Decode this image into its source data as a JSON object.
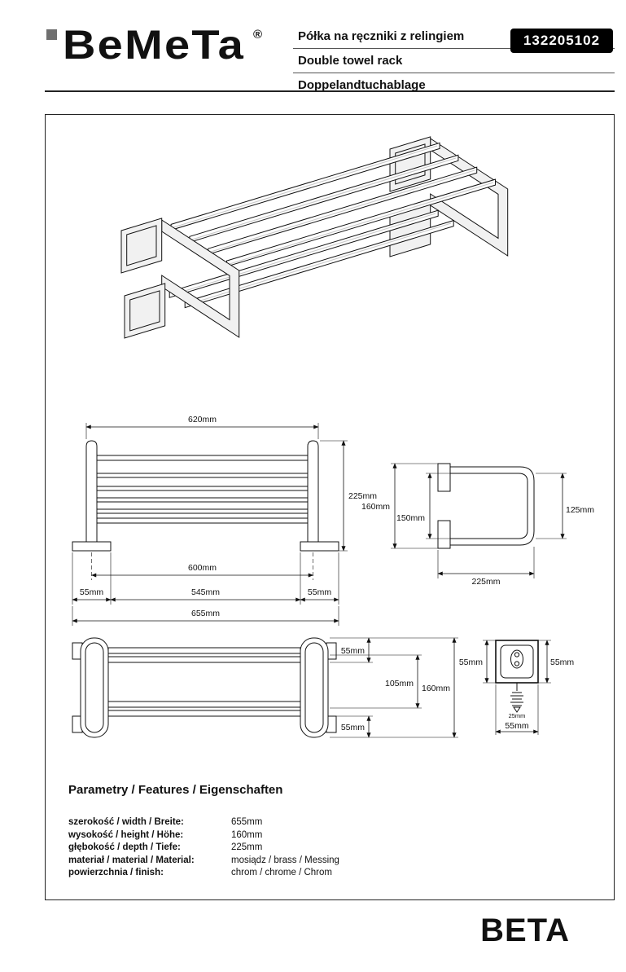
{
  "header": {
    "brand": "BeMeTa",
    "registered": "®",
    "titles": {
      "pl": "Półka na ręczniki z relingiem",
      "en": "Double towel rack",
      "de": "Doppelandtuchablage"
    },
    "product_code": "132205102"
  },
  "views": {
    "top": {
      "width_top": "620mm",
      "depth": "225mm",
      "width_feet_centers": "600mm",
      "flange_left": "55mm",
      "inner_span": "545mm",
      "flange_right": "55mm",
      "total_width": "655mm"
    },
    "side": {
      "height_total": "160mm",
      "height_inner": "150mm",
      "drop": "125mm",
      "depth": "225mm"
    },
    "front": {
      "top_offset": "55mm",
      "rail_spacing": "105mm",
      "height_total": "160mm",
      "bottom_offset": "55mm"
    },
    "detail": {
      "left": "55mm",
      "right": "55mm",
      "screw": "25mm",
      "bottom": "55mm"
    }
  },
  "specs": {
    "heading": "Parametry / Features / Eigenschaften",
    "rows": [
      {
        "label": "szerokość / width / Breite:",
        "value": "655mm"
      },
      {
        "label": "wysokość / height / Höhe:",
        "value": "160mm"
      },
      {
        "label": "głębokość / depth / Tiefe:",
        "value": "225mm"
      },
      {
        "label": "materiał / material / Material:",
        "value": "mosiądz / brass / Messing"
      },
      {
        "label": "powierzchnia / finish:",
        "value": "chrom / chrome / Chrom"
      }
    ]
  },
  "footer": {
    "series": "BETA"
  }
}
